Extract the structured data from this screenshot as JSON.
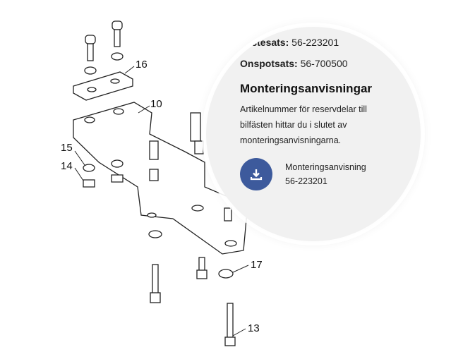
{
  "drawing": {
    "labels": [
      "16",
      "10",
      "15",
      "14",
      "17",
      "13"
    ]
  },
  "callout": {
    "fastesats_label": "Fästesats:",
    "fastesats_value": "56-223201",
    "onspotsats_label": "Onspotsats:",
    "onspotsats_value": "56-700500",
    "heading": "Monteringsanvisningar",
    "description": "Artikelnummer för reservdelar till bilfästen hittar du i slutet av monteringsanvisningarna.",
    "download": {
      "icon": "download-icon",
      "title": "Monteringsanvisning",
      "number": "56-223201",
      "color": "#3d5a9c"
    }
  }
}
